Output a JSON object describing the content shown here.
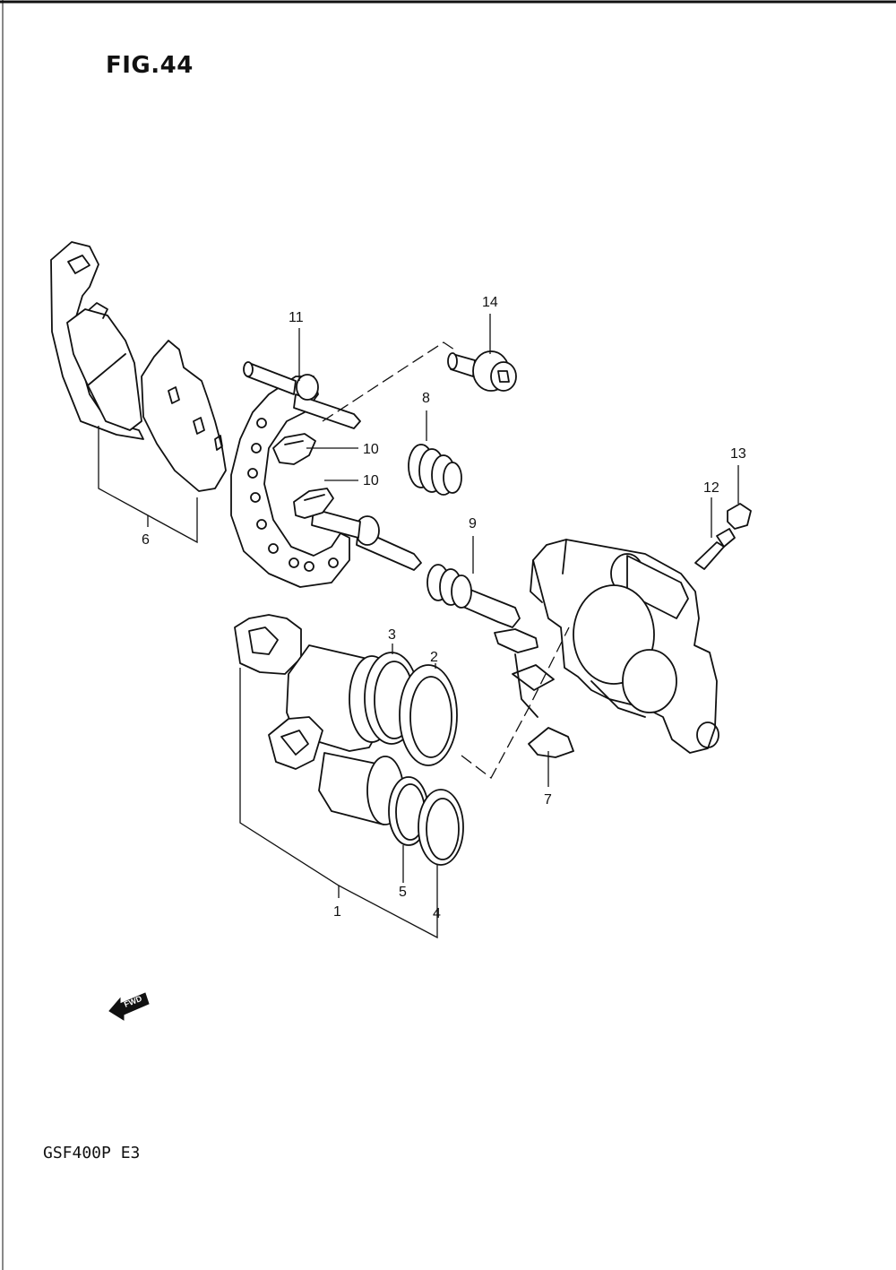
{
  "figure": {
    "title": "FIG.44",
    "model": "GSF400P E3",
    "forward_marker": "FWD"
  },
  "callouts": {
    "c1": "1",
    "c2": "2",
    "c3": "3",
    "c4": "4",
    "c5": "5",
    "c6": "6",
    "c7": "7",
    "c8": "8",
    "c9": "9",
    "c10a": "10",
    "c10b": "10",
    "c11": "11",
    "c12": "12",
    "c13": "13",
    "c14": "14"
  }
}
